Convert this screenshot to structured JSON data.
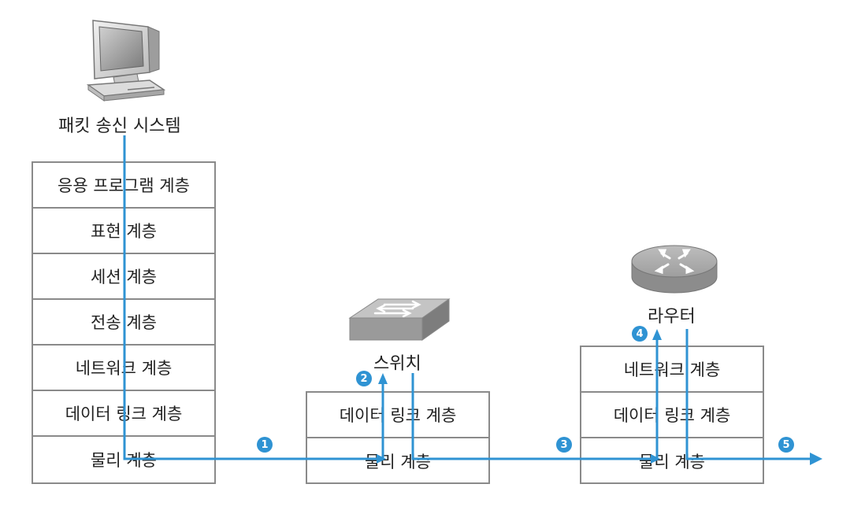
{
  "sender": {
    "label": "패킷 송신 시스템",
    "layers": [
      "응용 프로그램 계층",
      "표현 계층",
      "세션 계층",
      "전송 계층",
      "네트워크 계층",
      "데이터 링크 계층",
      "물리 계층"
    ]
  },
  "switch": {
    "label": "스위치",
    "layers": [
      "데이터 링크 계층",
      "물리 계층"
    ]
  },
  "router": {
    "label": "라우터",
    "layers": [
      "네트워크 계층",
      "데이터 링크 계층",
      "물리 계층"
    ]
  },
  "steps": [
    "1",
    "2",
    "3",
    "4",
    "5"
  ],
  "colors": {
    "flow": "#2f93d3",
    "box_border": "#8a8a8a",
    "badge": "#2f93d3"
  }
}
